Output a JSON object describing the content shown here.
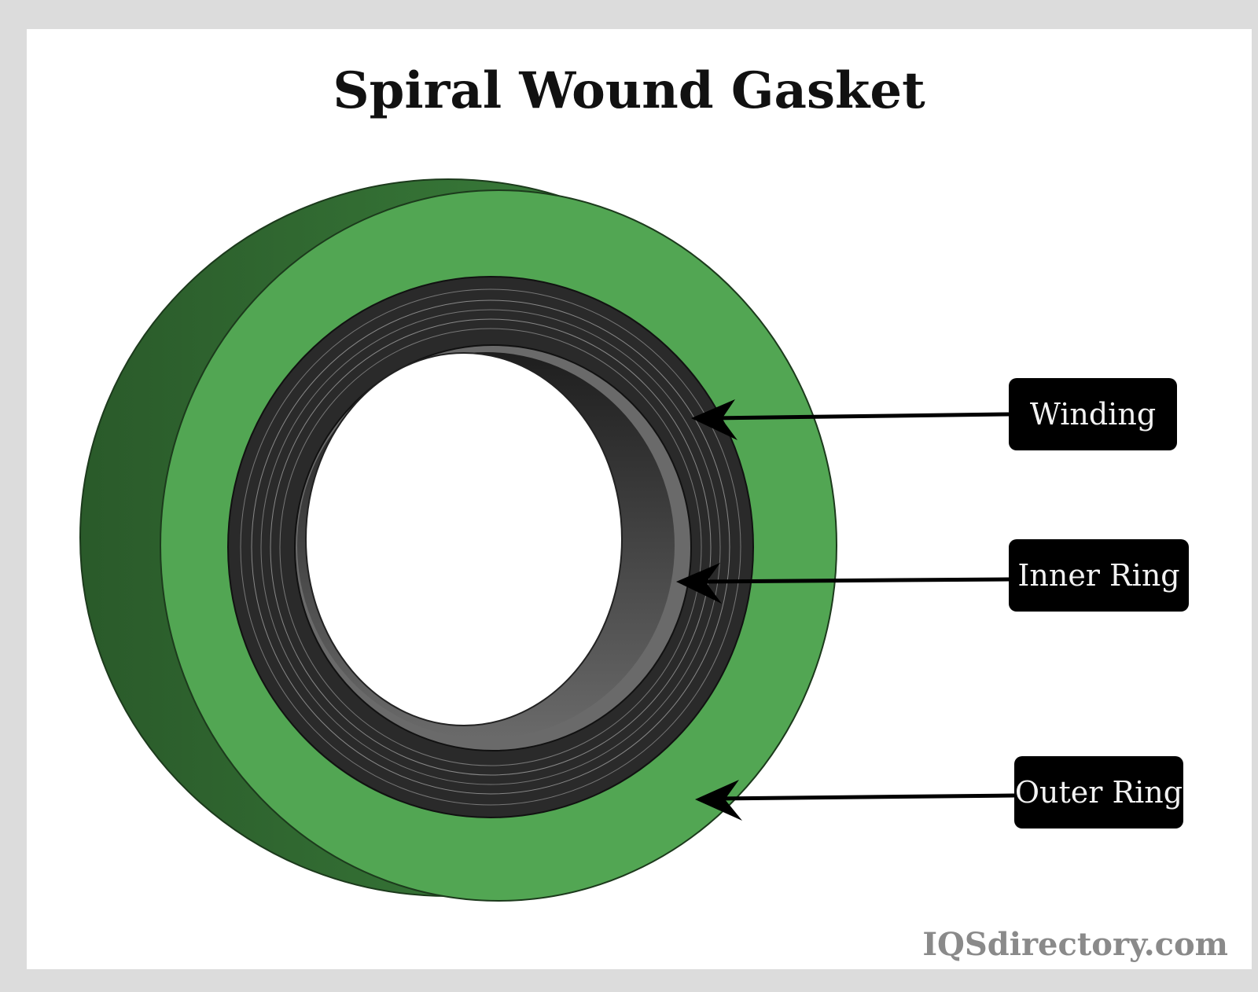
{
  "title": "Spiral Wound Gasket",
  "labels": {
    "winding": "Winding",
    "inner_ring": "Inner Ring",
    "outer_ring": "Outer Ring"
  },
  "watermark": "IQSdirectory.com",
  "colors": {
    "outer_ring_face": "#52a653",
    "outer_ring_side": "#2c5e2c",
    "winding": "#2a2a2a",
    "inner_ring": "#5a5a5a",
    "label_bg": "#000000",
    "frame": "#dcdcdc"
  }
}
